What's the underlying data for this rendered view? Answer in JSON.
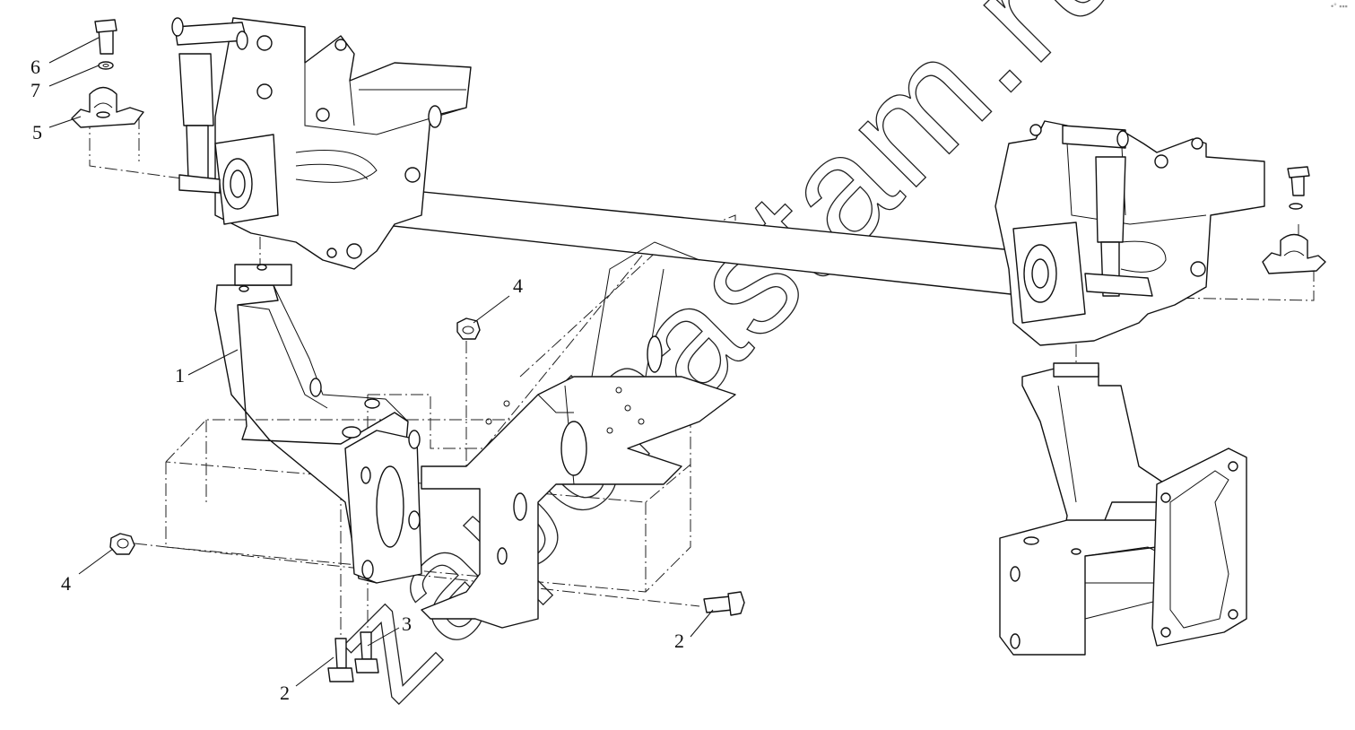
{
  "watermark": "zapchastam.ru",
  "corner_mark": "•° ▪▪▪",
  "callouts": [
    {
      "id": "callout-6",
      "text": "6"
    },
    {
      "id": "callout-7",
      "text": "7"
    },
    {
      "id": "callout-5",
      "text": "5"
    },
    {
      "id": "callout-1",
      "text": "1"
    },
    {
      "id": "callout-4-top",
      "text": "4"
    },
    {
      "id": "callout-4-left",
      "text": "4"
    },
    {
      "id": "callout-3",
      "text": "3"
    },
    {
      "id": "callout-2-left",
      "text": "2"
    },
    {
      "id": "callout-2-right",
      "text": "2"
    }
  ],
  "colors": {
    "line": "#111111",
    "background": "#ffffff"
  }
}
